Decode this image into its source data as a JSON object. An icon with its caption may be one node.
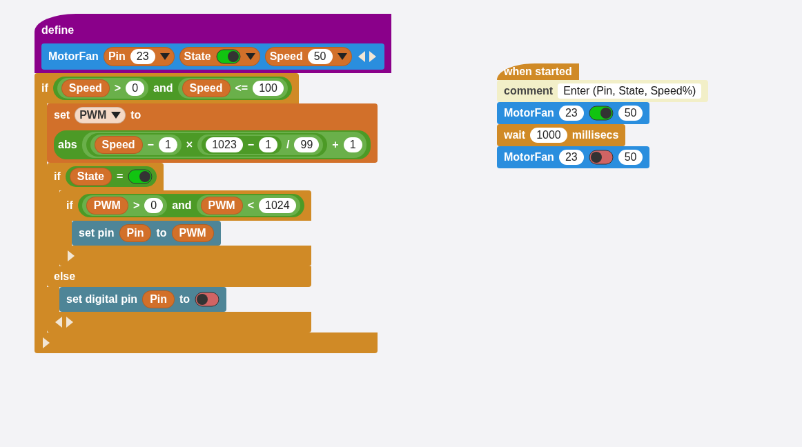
{
  "diagram": {
    "nodes": [
      {
        "text": [
          "define"
        ]
      },
      {
        "text": [
          "MotorFan"
        ],
        "in": 0
      },
      {
        "text": [
          "Pin"
        ],
        "in": 1
      },
      {
        "text": [
          "23"
        ],
        "in": 2
      },
      {
        "text": [
          "State"
        ],
        "in": 1
      },
      {
        "text": [
          "Speed"
        ],
        "in": 1
      },
      {
        "text": [
          "50"
        ],
        "in": 5
      },
      {
        "text": [
          "if"
        ]
      },
      {
        "text": [
          "and"
        ],
        "in": 7
      },
      {
        "text": [
          ">"
        ],
        "in": 8
      },
      {
        "text": [
          "Speed"
        ],
        "in": 9
      },
      {
        "text": [
          "0"
        ],
        "in": 9
      },
      {
        "text": [
          "<="
        ],
        "in": 8
      },
      {
        "text": [
          "Speed"
        ],
        "in": 12
      },
      {
        "text": [
          "100"
        ],
        "in": 12
      },
      {
        "text": [
          "set",
          "to"
        ],
        "in": 7
      },
      {
        "text": [
          "PWM"
        ],
        "in": 15
      },
      {
        "text": [
          "abs"
        ],
        "in": 15
      },
      {
        "text": [
          "+"
        ],
        "in": 17
      },
      {
        "text": [
          "×"
        ],
        "in": 18
      },
      {
        "text": [
          "−"
        ],
        "in": 19
      },
      {
        "text": [
          "Speed"
        ],
        "in": 20
      },
      {
        "text": [
          "1"
        ],
        "in": 20
      },
      {
        "text": [
          "/"
        ],
        "in": 19
      },
      {
        "text": [
          "−"
        ],
        "in": 23
      },
      {
        "text": [
          "1023"
        ],
        "in": 24
      },
      {
        "text": [
          "1"
        ],
        "in": 24
      },
      {
        "text": [
          "99"
        ],
        "in": 23
      },
      {
        "text": [
          "1"
        ],
        "in": 18
      },
      {
        "text": [
          "if",
          "else"
        ],
        "in": 7
      },
      {
        "text": [
          "="
        ],
        "in": 29
      },
      {
        "text": [
          "State"
        ],
        "in": 30
      },
      {
        "text": [
          "if"
        ],
        "in": 29
      },
      {
        "text": [
          "and"
        ],
        "in": 32
      },
      {
        "text": [
          ">"
        ],
        "in": 33
      },
      {
        "text": [
          "PWM"
        ],
        "in": 34
      },
      {
        "text": [
          "0"
        ],
        "in": 34
      },
      {
        "text": [
          "<"
        ],
        "in": 33
      },
      {
        "text": [
          "PWM"
        ],
        "in": 37
      },
      {
        "text": [
          "1024"
        ],
        "in": 37
      },
      {
        "text": [
          "set pin",
          "to"
        ],
        "in": 32
      },
      {
        "text": [
          "Pin"
        ],
        "in": 40
      },
      {
        "text": [
          "PWM"
        ],
        "in": 40
      },
      {
        "text": [
          "set digital pin",
          "to"
        ],
        "in": 29
      },
      {
        "text": [
          "Pin"
        ],
        "in": 43
      },
      {
        "text": [
          "when started"
        ]
      },
      {
        "text": [
          "comment"
        ]
      },
      {
        "text": [
          "Enter (Pin, State, Speed%)"
        ],
        "in": 46
      },
      {
        "text": [
          "MotorFan"
        ]
      },
      {
        "text": [
          "23"
        ],
        "in": 48
      },
      {
        "text": [
          "50"
        ],
        "in": 48
      },
      {
        "text": [
          "wait",
          "millisecs"
        ]
      },
      {
        "text": [
          "1000"
        ],
        "in": 51
      },
      {
        "text": [
          "MotorFan"
        ]
      },
      {
        "text": [
          "23"
        ],
        "in": 53
      },
      {
        "text": [
          "50"
        ],
        "in": 53
      }
    ]
  }
}
